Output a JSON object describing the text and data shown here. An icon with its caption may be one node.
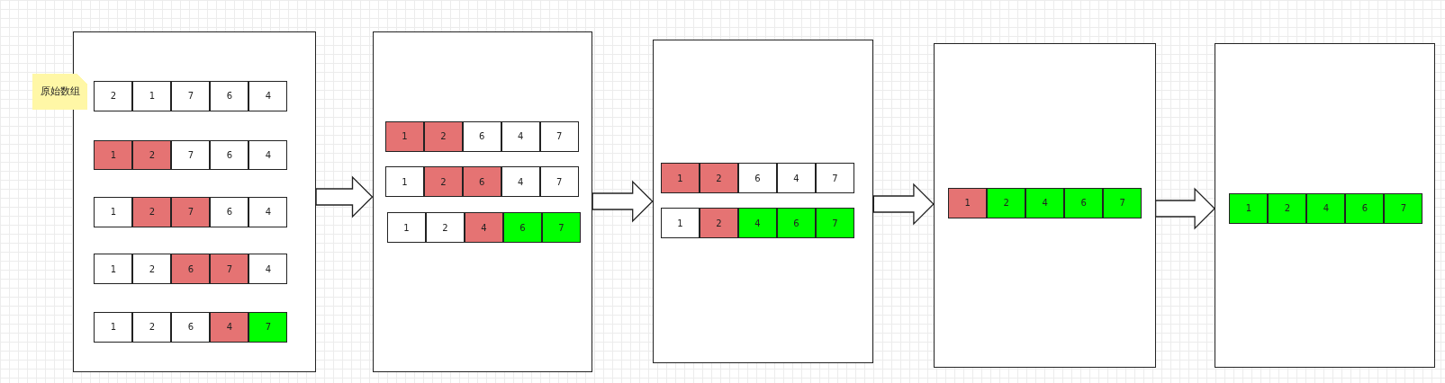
{
  "diagram": {
    "nodes": [
      {
        "text": [],
        "shape": "box"
      },
      {
        "text": [
          "原始数组"
        ]
      },
      {
        "text": [
          "2"
        ],
        "in": 0
      },
      {
        "text": [
          "1"
        ],
        "in": 0
      },
      {
        "text": [
          "7"
        ],
        "in": 0
      },
      {
        "text": [
          "6"
        ],
        "in": 0
      },
      {
        "text": [
          "4"
        ],
        "in": 0
      },
      {
        "text": [
          "1"
        ],
        "in": 0
      },
      {
        "text": [
          "2"
        ],
        "in": 0
      },
      {
        "text": [
          "7"
        ],
        "in": 0
      },
      {
        "text": [
          "6"
        ],
        "in": 0
      },
      {
        "text": [
          "4"
        ],
        "in": 0
      },
      {
        "text": [
          "1"
        ],
        "in": 0
      },
      {
        "text": [
          "2"
        ],
        "in": 0
      },
      {
        "text": [
          "7"
        ],
        "in": 0
      },
      {
        "text": [
          "6"
        ],
        "in": 0
      },
      {
        "text": [
          "4"
        ],
        "in": 0
      },
      {
        "text": [
          "1"
        ],
        "in": 0
      },
      {
        "text": [
          "2"
        ],
        "in": 0
      },
      {
        "text": [
          "6"
        ],
        "in": 0
      },
      {
        "text": [
          "7"
        ],
        "in": 0
      },
      {
        "text": [
          "4"
        ],
        "in": 0
      },
      {
        "text": [
          "1"
        ],
        "in": 0
      },
      {
        "text": [
          "2"
        ],
        "in": 0
      },
      {
        "text": [
          "6"
        ],
        "in": 0
      },
      {
        "text": [
          "4"
        ],
        "in": 0
      },
      {
        "text": [
          "7"
        ],
        "in": 0
      },
      {
        "text": [],
        "shape": "box"
      },
      {
        "text": [
          "1"
        ],
        "in": 27
      },
      {
        "text": [
          "2"
        ],
        "in": 27
      },
      {
        "text": [
          "6"
        ],
        "in": 27
      },
      {
        "text": [
          "4"
        ],
        "in": 27
      },
      {
        "text": [
          "7"
        ],
        "in": 27
      },
      {
        "text": [
          "1"
        ],
        "in": 27
      },
      {
        "text": [
          "2"
        ],
        "in": 27
      },
      {
        "text": [
          "6"
        ],
        "in": 27
      },
      {
        "text": [
          "4"
        ],
        "in": 27
      },
      {
        "text": [
          "7"
        ],
        "in": 27
      },
      {
        "text": [
          "1"
        ],
        "in": 27
      },
      {
        "text": [
          "2"
        ],
        "in": 27
      },
      {
        "text": [
          "4"
        ],
        "in": 27
      },
      {
        "text": [
          "6"
        ],
        "in": 27
      },
      {
        "text": [
          "7"
        ],
        "in": 27
      },
      {
        "text": [],
        "shape": "box"
      },
      {
        "text": [
          "1"
        ],
        "in": 43
      },
      {
        "text": [
          "2"
        ],
        "in": 43
      },
      {
        "text": [
          "6"
        ],
        "in": 43
      },
      {
        "text": [
          "4"
        ],
        "in": 43
      },
      {
        "text": [
          "7"
        ],
        "in": 43
      },
      {
        "text": [
          "1"
        ],
        "in": 43
      },
      {
        "text": [
          "2"
        ],
        "in": 43
      },
      {
        "text": [
          "4"
        ],
        "in": 43
      },
      {
        "text": [
          "6"
        ],
        "in": 43
      },
      {
        "text": [
          "7"
        ],
        "in": 43
      },
      {
        "text": [],
        "shape": "box"
      },
      {
        "text": [
          "1"
        ],
        "in": 54
      },
      {
        "text": [
          "2"
        ],
        "in": 54
      },
      {
        "text": [
          "4"
        ],
        "in": 54
      },
      {
        "text": [
          "6"
        ],
        "in": 54
      },
      {
        "text": [
          "7"
        ],
        "in": 54
      },
      {
        "text": [],
        "shape": "box"
      },
      {
        "text": [
          "1"
        ],
        "in": 60
      },
      {
        "text": [
          "2"
        ],
        "in": 60
      },
      {
        "text": [
          "4"
        ],
        "in": 60
      },
      {
        "text": [
          "6"
        ],
        "in": 60
      },
      {
        "text": [
          "7"
        ],
        "in": 60
      }
    ],
    "edges": [
      {
        "from": 0,
        "to": 27,
        "arrow": "to"
      },
      {
        "from": 27,
        "to": 43,
        "arrow": "to"
      },
      {
        "from": 43,
        "to": 54,
        "arrow": "to"
      },
      {
        "from": 54,
        "to": 60,
        "arrow": "to"
      }
    ]
  }
}
